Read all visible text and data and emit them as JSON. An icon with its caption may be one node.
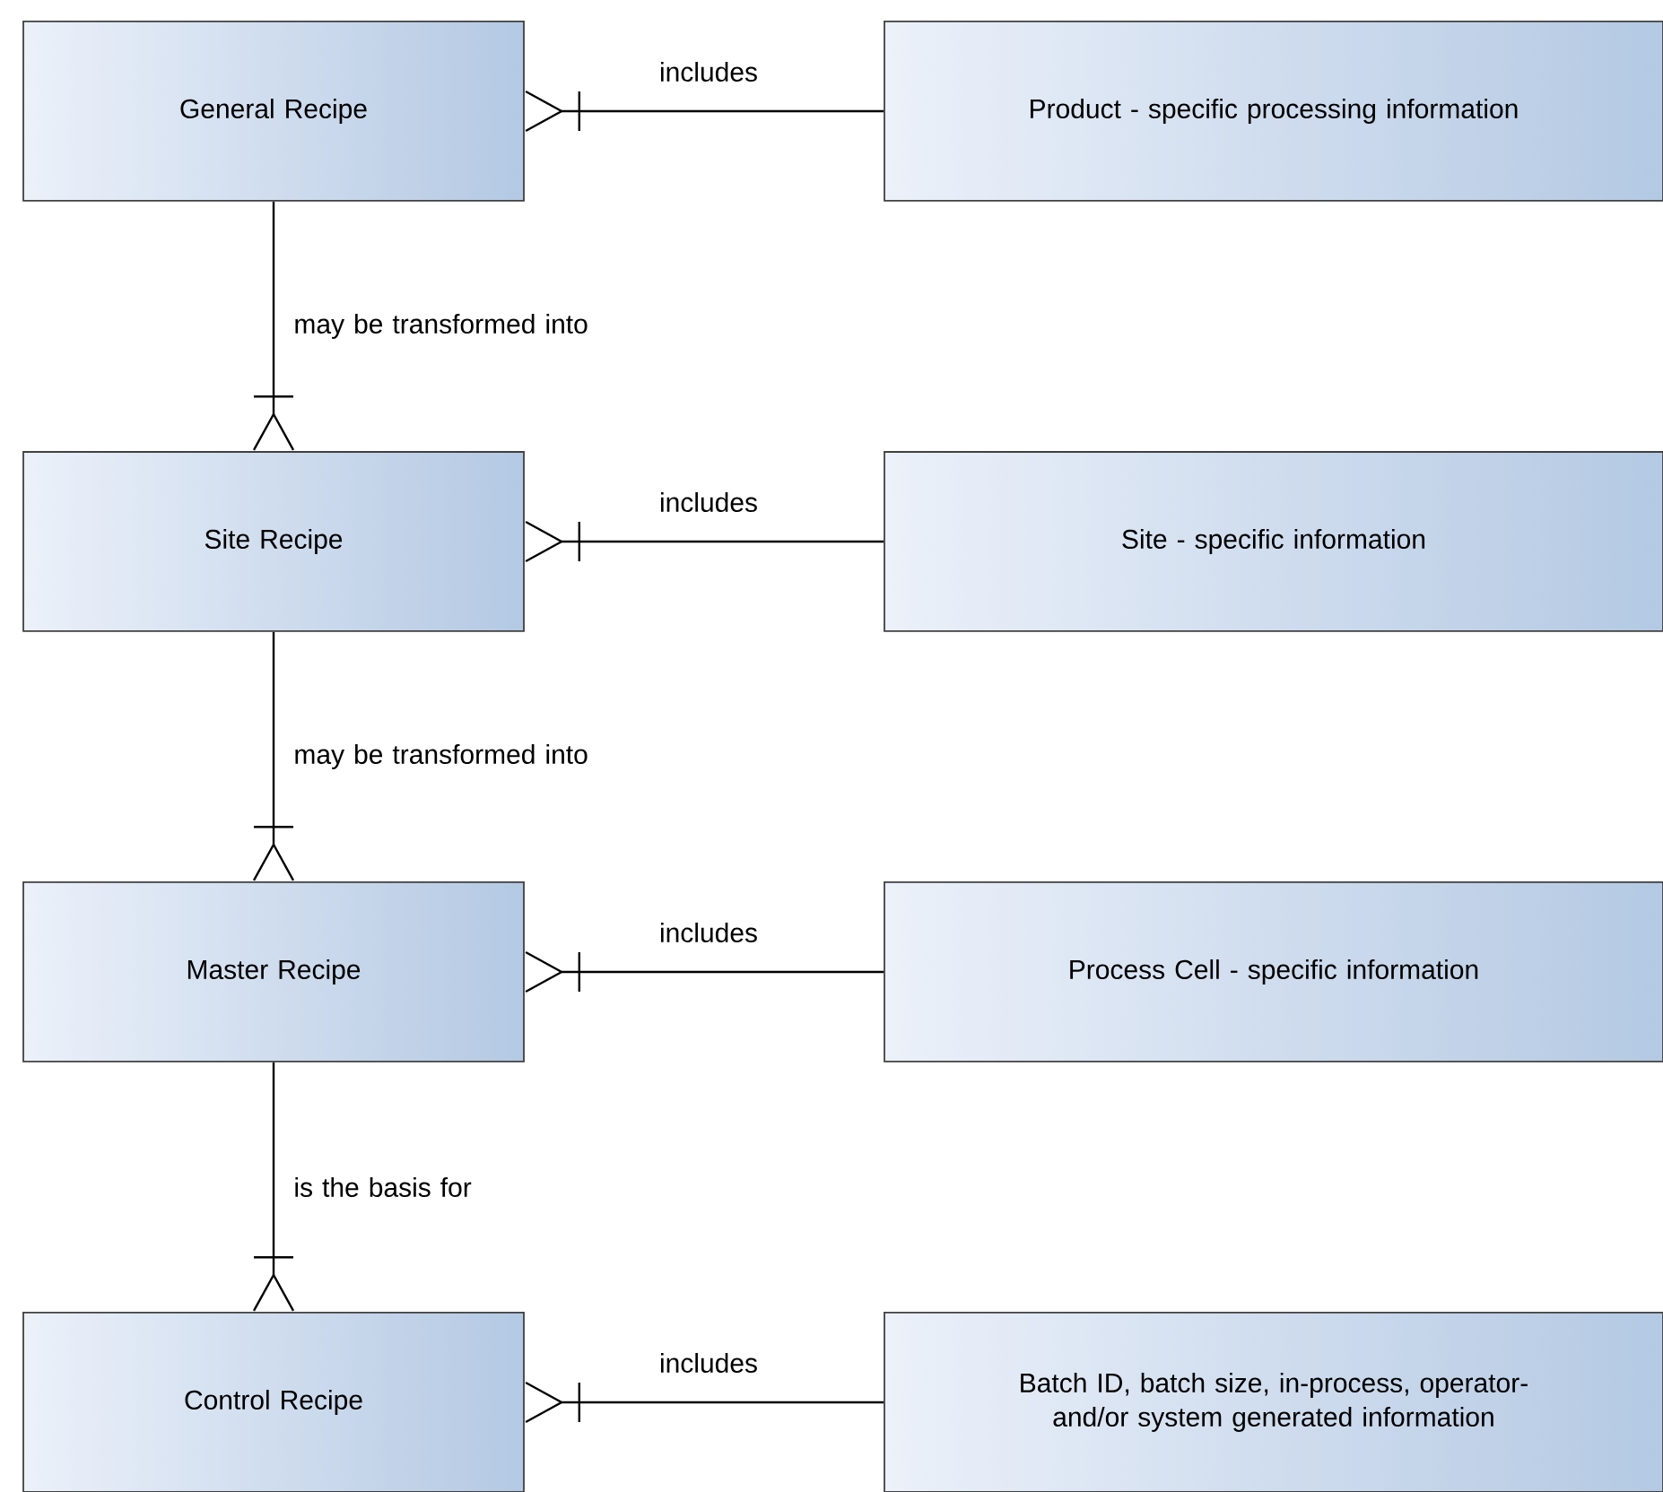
{
  "diagram": {
    "nodes": [
      {
        "text": [
          "General Recipe"
        ]
      },
      {
        "text": [
          "Product - specific processing information"
        ]
      },
      {
        "text": [
          "Site Recipe"
        ]
      },
      {
        "text": [
          "Site - specific information"
        ]
      },
      {
        "text": [
          "Master Recipe"
        ]
      },
      {
        "text": [
          "Process Cell - specific information"
        ]
      },
      {
        "text": [
          "Control Recipe"
        ]
      },
      {
        "text": [
          "Batch ID, batch size, in-process, operator- and/or system generated information"
        ]
      }
    ],
    "edges": [
      {
        "from": 1,
        "to": 0,
        "arrow": "other",
        "label": "includes"
      },
      {
        "from": 0,
        "to": 2,
        "arrow": "other",
        "label": "may be transformed into"
      },
      {
        "from": 3,
        "to": 2,
        "arrow": "other",
        "label": "includes"
      },
      {
        "from": 2,
        "to": 4,
        "arrow": "other",
        "label": "may be transformed into"
      },
      {
        "from": 5,
        "to": 4,
        "arrow": "other",
        "label": "includes"
      },
      {
        "from": 4,
        "to": 6,
        "arrow": "other",
        "label": "is the basis for"
      },
      {
        "from": 7,
        "to": 6,
        "arrow": "other",
        "label": "includes"
      }
    ]
  }
}
